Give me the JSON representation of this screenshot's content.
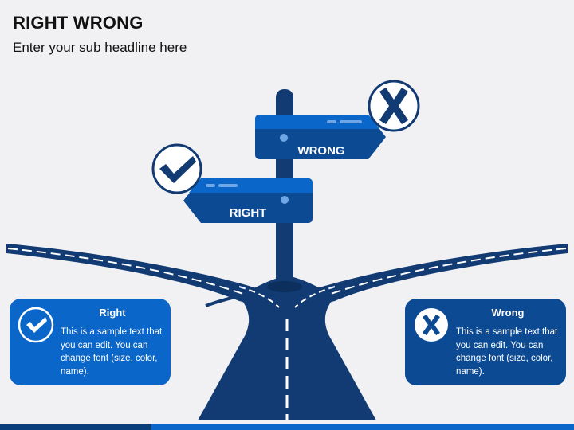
{
  "header": {
    "title": "RIGHT WRONG",
    "subtitle": "Enter your sub headline here"
  },
  "signpost": {
    "wrong_label": "WRONG",
    "right_label": "RIGHT",
    "wrong_icon": "cross-icon",
    "right_icon": "check-icon"
  },
  "cards": {
    "right": {
      "title": "Right",
      "body": "This is a sample text that you can edit. You can change font (size, color, name).",
      "icon": "check-icon"
    },
    "wrong": {
      "title": "Wrong",
      "body": "This is a sample text that you can edit. You can change font (size, color, name).",
      "icon": "cross-icon"
    }
  },
  "colors": {
    "road": "#123a73",
    "sign_light": "#0a66c8",
    "sign_dark": "#0d4a94",
    "post": "#123a73",
    "bottom_bar_dark": "#0a3d7a",
    "bottom_bar_light": "#0a66c8"
  }
}
